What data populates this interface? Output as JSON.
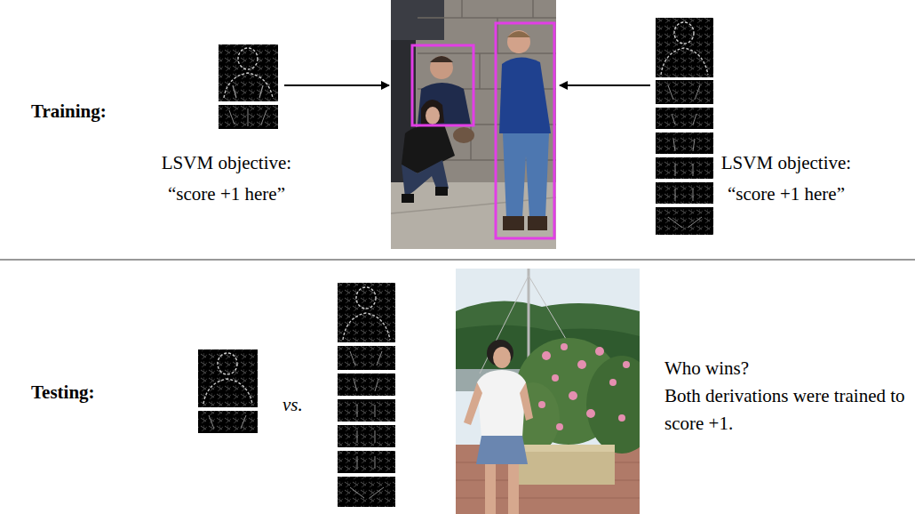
{
  "diagram": {
    "labels": [
      "Training:",
      "LSVM objective:",
      "“score +1 here”",
      "LSVM objective:",
      "“score +1 here”",
      "Testing:",
      "vs.",
      "Who wins?",
      "Both derivations were trained to score +1."
    ]
  }
}
